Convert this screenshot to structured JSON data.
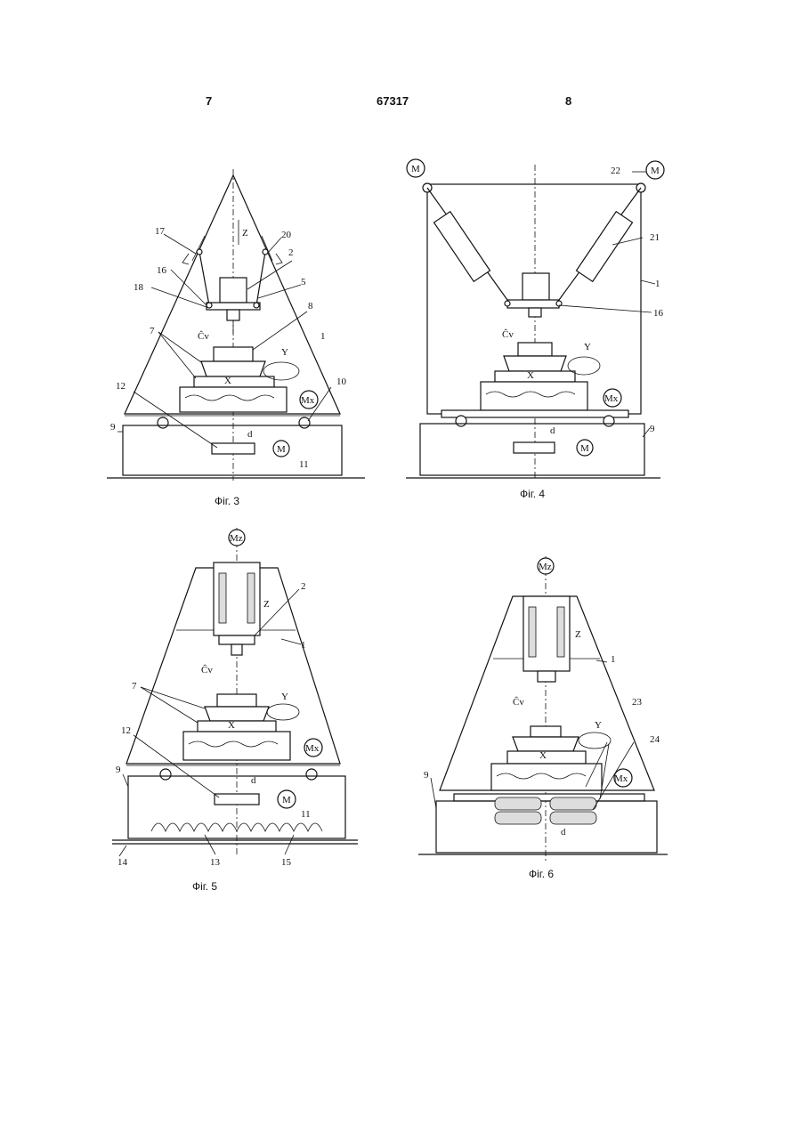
{
  "header": {
    "left": "7",
    "center": "67317",
    "right": "8"
  },
  "figures": [
    {
      "caption": "Фіг. 3",
      "labels": {
        "n17": "17",
        "n20": "20",
        "n2": "2",
        "n16": "16",
        "n5": "5",
        "n18": "18",
        "n8": "8",
        "n7": "7",
        "n1": "1",
        "n12": "12",
        "n10": "10",
        "n9": "9",
        "n11": "11",
        "Z": "Z",
        "Cv": "Ĉv",
        "Y": "Y",
        "X": "X",
        "Mx": "Mx",
        "M": "M",
        "d": "d"
      }
    },
    {
      "caption": "Фіг. 4",
      "labels": {
        "n22": "22",
        "n21": "21",
        "n1": "1",
        "n16": "16",
        "n9": "9",
        "Cv": "Ĉv",
        "Y": "Y",
        "X": "X",
        "Mx": "Mx",
        "M": "M",
        "d": "d"
      }
    },
    {
      "caption": "Фіг. 5",
      "labels": {
        "Mz": "Mz",
        "n2": "2",
        "n1": "1",
        "n7": "7",
        "n12": "12",
        "n9": "9",
        "n11": "11",
        "n14": "14",
        "n13": "13",
        "n15": "15",
        "Z": "Z",
        "Cv": "Ĉv",
        "Y": "Y",
        "X": "X",
        "Mx": "Mx",
        "M": "M",
        "d": "d"
      }
    },
    {
      "caption": "Фіг. 6",
      "labels": {
        "Mz": "Mz",
        "n1": "1",
        "n23": "23",
        "n24": "24",
        "n9": "9",
        "Z": "Z",
        "Cv": "Ĉv",
        "Y": "Y",
        "X": "X",
        "Mx": "Mx",
        "d": "d"
      }
    }
  ]
}
